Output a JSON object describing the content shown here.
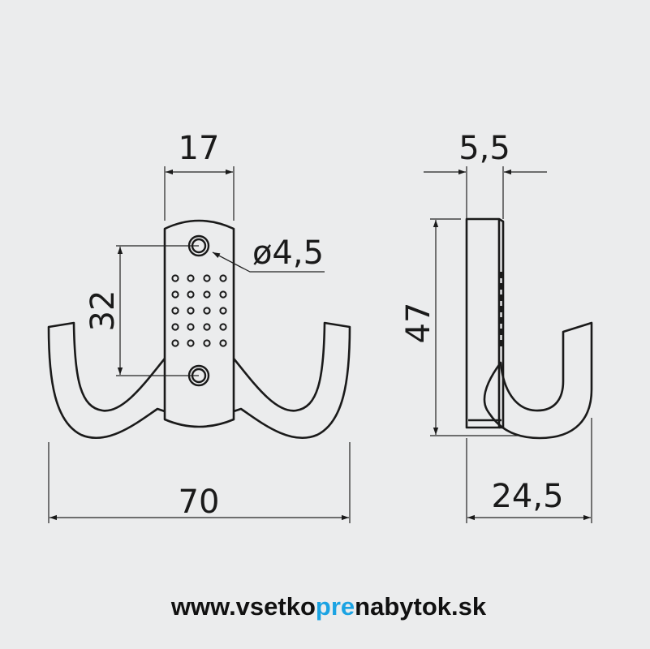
{
  "dimensions": {
    "plate_width": "17",
    "hole_spacing": "32",
    "hole_diameter": "ø4,5",
    "total_width": "70",
    "side_thickness": "5,5",
    "height": "47",
    "depth": "24,5"
  },
  "website": {
    "prefix": "www.vsetko",
    "highlight": "pre",
    "suffix": "nabytok.sk",
    "highlight_color": "#1ba3e3",
    "text_color": "#111111"
  },
  "colors": {
    "background": "#ebeced",
    "line": "#1a1a1a"
  }
}
